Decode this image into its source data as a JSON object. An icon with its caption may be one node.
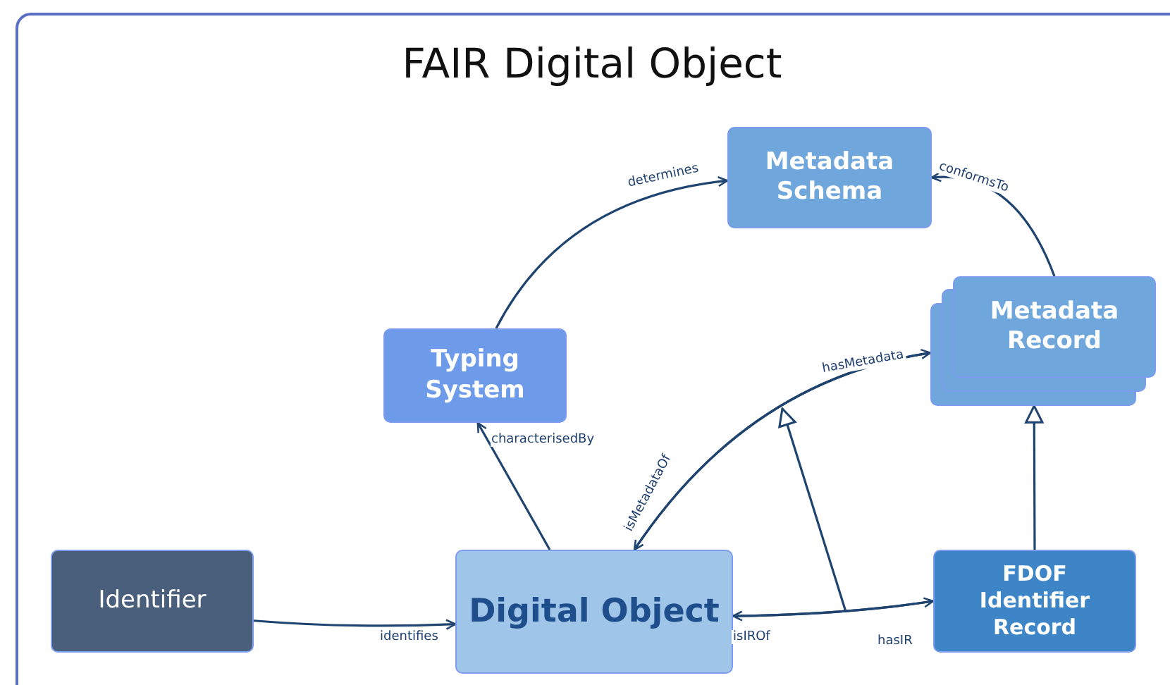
{
  "diagram": {
    "title": "FAIR Digital Object",
    "nodes": [
      {
        "text": [
          "Metadata Schema"
        ]
      },
      {
        "text": [
          "Typing System"
        ]
      },
      {
        "text": [
          "Metadata Record"
        ]
      },
      {
        "text": [
          "Identifier"
        ]
      },
      {
        "text": [
          "Digital Object"
        ]
      },
      {
        "text": [
          "FDOF Identifier Record"
        ]
      }
    ],
    "edges": [
      {
        "from": 1,
        "to": 0,
        "arrow": "to",
        "label": "determines"
      },
      {
        "from": 2,
        "to": 0,
        "arrow": "to",
        "label": "conformsTo"
      },
      {
        "from": 4,
        "to": 1,
        "arrow": "to",
        "label": "characterisedBy"
      },
      {
        "from": 3,
        "to": 4,
        "arrow": "to",
        "label": "identifies"
      },
      {
        "from": 4,
        "to": 2,
        "arrow": "to",
        "label": "hasMetadata"
      },
      {
        "from": 2,
        "to": 4,
        "arrow": "to",
        "label": "isMetadataOf"
      },
      {
        "from": 4,
        "to": 5,
        "arrow": "to",
        "label": "hasIR"
      },
      {
        "from": 5,
        "to": 4,
        "arrow": "to",
        "label": "isIROf"
      },
      {
        "from": 5,
        "to": 2,
        "arrow": "to"
      }
    ]
  }
}
